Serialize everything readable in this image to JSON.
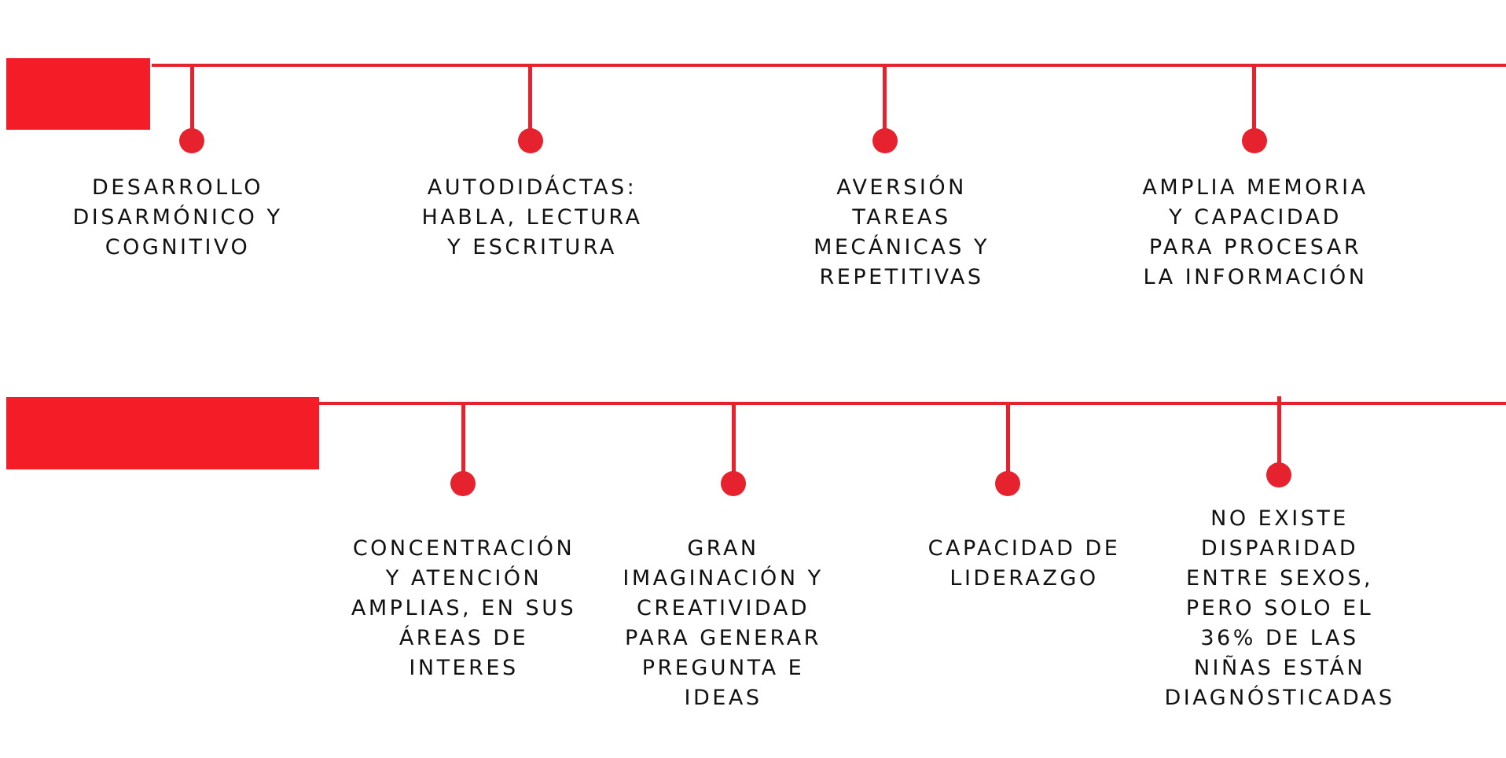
{
  "colors": {
    "accent": "#f41c27",
    "line": "#e5222d",
    "text": "#111111",
    "background": "#ffffff"
  },
  "rows": [
    {
      "items": [
        {
          "label": "DESARROLLO\nDISARMÓNICO Y\nCOGNITIVO"
        },
        {
          "label": "AUTODIDÁCTAS:\nHABLA, LECTURA\nY ESCRITURA"
        },
        {
          "label": "AVERSIÓN\nTAREAS\nMECÁNICAS Y\nREPETITIVAS"
        },
        {
          "label": "AMPLIA MEMORIA\nY CAPACIDAD\nPARA PROCESAR\nLA INFORMACIÓN"
        }
      ]
    },
    {
      "items": [
        {
          "label": "CONCENTRACIÓN\nY ATENCIÓN\nAMPLIAS, EN SUS\nÁREAS DE\nINTERES"
        },
        {
          "label": "GRAN\nIMAGINACIÓN Y\nCREATIVIDAD\nPARA GENERAR\nPREGUNTA E\nIDEAS"
        },
        {
          "label": "CAPACIDAD DE\nLIDERAZGO"
        },
        {
          "label": "NO EXISTE\nDISPARIDAD\nENTRE SEXOS,\nPERO SOLO EL\n36% DE LAS\nNIÑAS ESTÁN\nDIAGNÓSTICADAS"
        }
      ]
    }
  ]
}
